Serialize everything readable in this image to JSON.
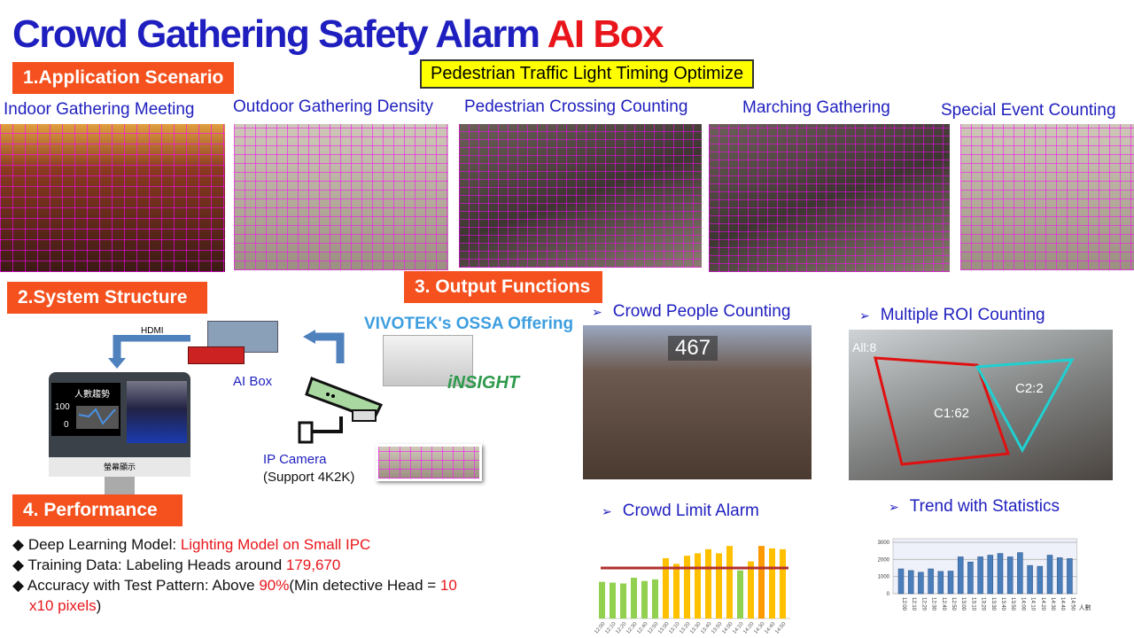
{
  "title": {
    "main": "Crowd Gathering Safety Alarm ",
    "accent": "AI Box"
  },
  "sections": {
    "s1": "1.Application Scenario",
    "s2": "2.System Structure",
    "s3": "3. Output Functions",
    "s4": "4. Performance"
  },
  "highlight": "Pedestrian Traffic Light Timing Optimize",
  "scenarios": [
    "Indoor Gathering Meeting",
    "Outdoor Gathering Density",
    "Pedestrian Crossing Counting",
    "Marching Gathering",
    "Special Event Counting"
  ],
  "system": {
    "hdmi": "HDMI",
    "ai_box": "AI Box",
    "ossa": "VIVOTEK's OSSA Offering",
    "insight": "iNSIGHT",
    "camera": "IP Camera",
    "camera_note": "(Support 4K2K)",
    "monitor_title": "人數趨勢",
    "monitor_y_hi": "100",
    "monitor_y_lo": "0",
    "monitor_label": "螢幕顯示"
  },
  "outputs": {
    "counting": "Crowd People Counting",
    "count_value": "467",
    "roi": "Multiple ROI Counting",
    "roi_all": "All:8",
    "roi_c1": "C1:62",
    "roi_c2": "C2:2",
    "alarm": "Crowd Limit Alarm",
    "trend": "Trend with Statistics"
  },
  "performance": [
    {
      "label": "Deep Learning Model: ",
      "value": "Lighting Model on Small IPC",
      "rest": ""
    },
    {
      "label": "Training Data: Labeling Heads around ",
      "value": "179,670",
      "rest": ""
    },
    {
      "label": "Accuracy with Test Pattern:  Above ",
      "value": "90%",
      "rest": "(Min detective Head = ",
      "value2": "10",
      "line2": "x10 pixels",
      "close": ")"
    }
  ],
  "bullet_glyph": "◆",
  "chev": "➢",
  "chart_data": [
    {
      "type": "bar",
      "title": "Crowd Limit Alarm",
      "categories": [
        "12:00",
        "12:10",
        "12:20",
        "12:30",
        "12:40",
        "12:50",
        "13:00",
        "13:10",
        "13:20",
        "13:30",
        "13:40",
        "13:50",
        "14:00",
        "14:10",
        "14:20",
        "14:30",
        "14:40",
        "14:50"
      ],
      "values": [
        45,
        44,
        43,
        50,
        46,
        48,
        74,
        67,
        77,
        80,
        85,
        80,
        89,
        59,
        70,
        89,
        86,
        85
      ],
      "threshold": 62,
      "ylim": [
        0,
        100
      ],
      "colors": {
        "below": "#92d050",
        "above": "#ffc000",
        "peak": "#ff9900",
        "threshold": "#b03030"
      }
    },
    {
      "type": "bar",
      "title": "Trend with Statistics",
      "categories": [
        "12:00",
        "12:10",
        "12:20",
        "12:30",
        "12:40",
        "12:50",
        "13:00",
        "13:10",
        "13:20",
        "13:30",
        "13:40",
        "13:50",
        "14:00",
        "14:10",
        "14:20",
        "14:30",
        "14:40",
        "14:50"
      ],
      "values": [
        1450,
        1350,
        1250,
        1450,
        1300,
        1320,
        2150,
        1850,
        2150,
        2250,
        2350,
        2150,
        2400,
        1650,
        1600,
        2250,
        2100,
        2050
      ],
      "yticks": [
        "0",
        "1000",
        "2000",
        "3000"
      ],
      "ylim": [
        0,
        3000
      ],
      "series_name": "人數",
      "color": "#4a7ebb"
    }
  ]
}
